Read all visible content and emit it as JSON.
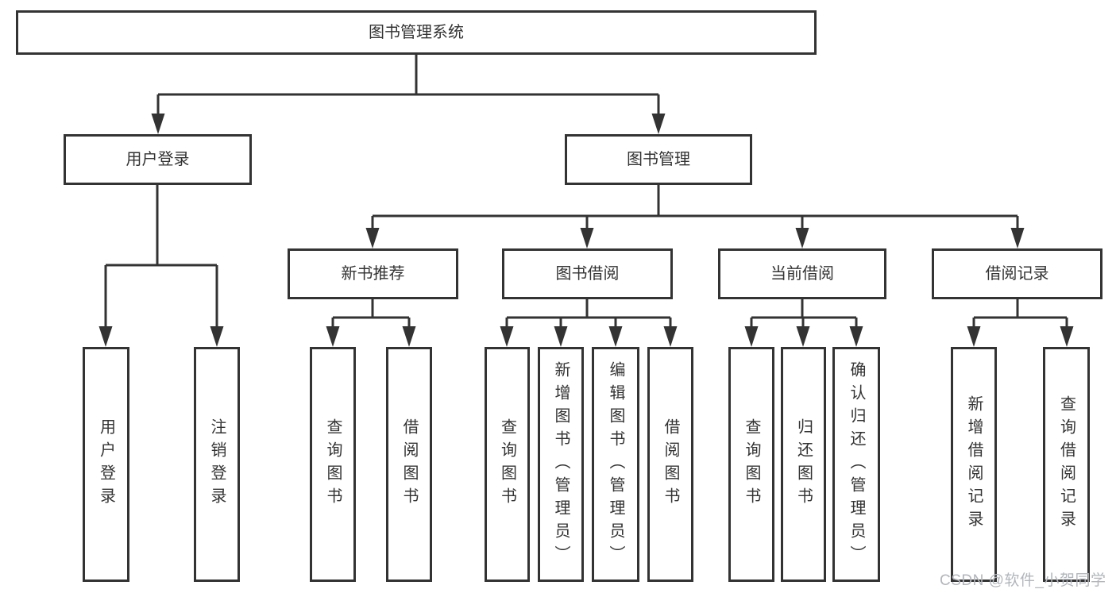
{
  "diagram": {
    "root": {
      "label": "图书管理系统",
      "children": [
        {
          "label": "用户登录",
          "children": [
            {
              "label": "用户登录"
            },
            {
              "label": "注销登录"
            }
          ]
        },
        {
          "label": "图书管理",
          "children": [
            {
              "label": "新书推荐",
              "children": [
                {
                  "label": "查询图书"
                },
                {
                  "label": "借阅图书"
                }
              ]
            },
            {
              "label": "图书借阅",
              "children": [
                {
                  "label": "查询图书"
                },
                {
                  "label": "新增图书（管理员）"
                },
                {
                  "label": "编辑图书（管理员）"
                },
                {
                  "label": "借阅图书"
                }
              ]
            },
            {
              "label": "当前借阅",
              "children": [
                {
                  "label": "查询图书"
                },
                {
                  "label": "归还图书"
                },
                {
                  "label": "确认归还（管理员）"
                }
              ]
            },
            {
              "label": "借阅记录",
              "children": [
                {
                  "label": "新增借阅记录"
                },
                {
                  "label": "查询借阅记录"
                }
              ]
            }
          ]
        }
      ]
    }
  },
  "watermark": {
    "text": "CSDN @软件_小贺同学"
  },
  "colors": {
    "line": "#333333",
    "text": "#333333",
    "box_background": "#ffffff",
    "page_background": "#ffffff",
    "watermark": "#b2b6bb"
  }
}
